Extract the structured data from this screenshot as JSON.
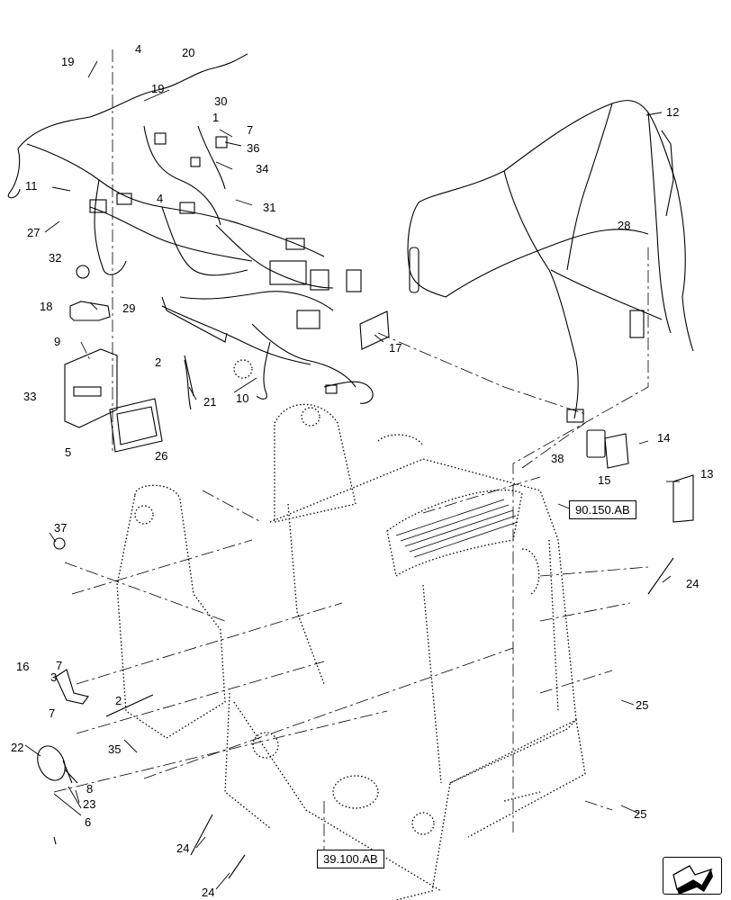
{
  "parts": [
    "1",
    "2",
    "2",
    "3",
    "4",
    "4",
    "5",
    "6",
    "7",
    "7",
    "7",
    "8",
    "9",
    "10",
    "11",
    "12",
    "13",
    "14",
    "15",
    "16",
    "17",
    "18",
    "19",
    "19",
    "20",
    "21",
    "22",
    "23",
    "24",
    "24",
    "24",
    "25",
    "25",
    "26",
    "27",
    "28",
    "29",
    "30",
    "31",
    "32",
    "33",
    "34",
    "35",
    "36",
    "37",
    "38"
  ],
  "refs": [
    "90.150.AB",
    "39.100.AB"
  ],
  "nav_icon": "next-page-arrow-icon"
}
